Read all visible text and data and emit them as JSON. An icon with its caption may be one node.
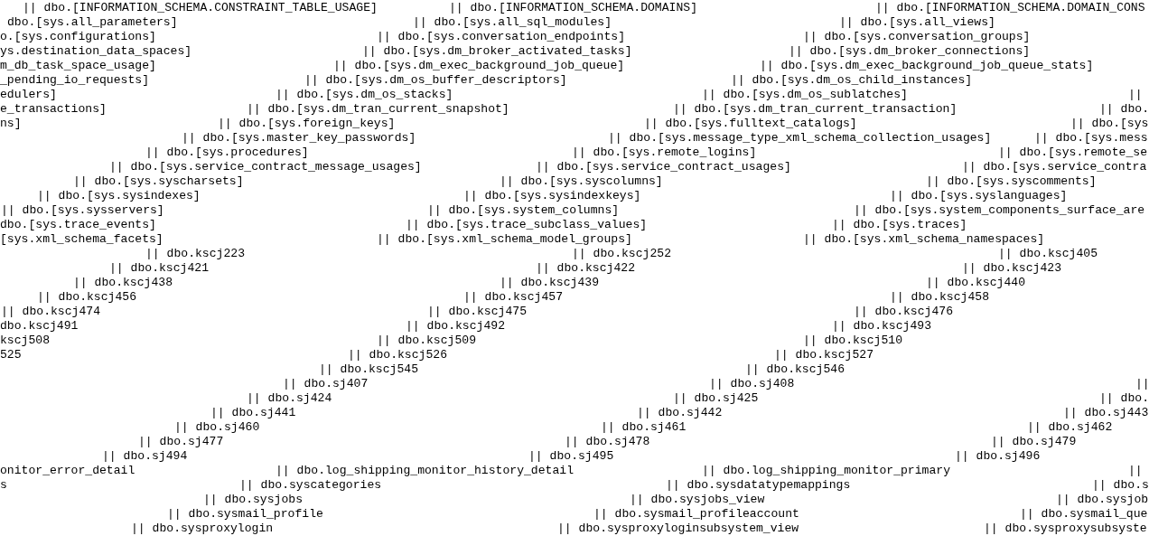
{
  "diagram": {
    "labels": [
      "|| dbo.[INFORMATION_SCHEMA.CONSTRAINT_TABLE_USAGE]",
      "|| dbo.[INFORMATION_SCHEMA.DOMAINS]",
      "|| dbo.[INFORMATION_SCHEMA.DOMAIN_CONS",
      "dbo.[sys.all_parameters]",
      "|| dbo.[sys.all_sql_modules]",
      "|| dbo.[sys.all_views]",
      "o.[sys.configurations]",
      "|| dbo.[sys.conversation_endpoints]",
      "|| dbo.[sys.conversation_groups]",
      "ys.destination_data_spaces]",
      "|| dbo.[sys.dm_broker_activated_tasks]",
      "|| dbo.[sys.dm_broker_connections]",
      "m_db_task_space_usage]",
      "|| dbo.[sys.dm_exec_background_job_queue]",
      "|| dbo.[sys.dm_exec_background_job_queue_stats]",
      "_pending_io_requests]",
      "|| dbo.[sys.dm_os_buffer_descriptors]",
      "|| dbo.[sys.dm_os_child_instances]",
      "edulers]",
      "|| dbo.[sys.dm_os_stacks]",
      "|| dbo.[sys.dm_os_sublatches]",
      "||",
      "e_transactions]",
      "|| dbo.[sys.dm_tran_current_snapshot]",
      "|| dbo.[sys.dm_tran_current_transaction]",
      "|| dbo.",
      "ns]",
      "|| dbo.[sys.foreign_keys]",
      "|| dbo.[sys.fulltext_catalogs]",
      "|| dbo.[sys",
      "|| dbo.[sys.master_key_passwords]",
      "|| dbo.[sys.message_type_xml_schema_collection_usages]",
      "|| dbo.[sys.mess",
      "|| dbo.[sys.procedures]",
      "|| dbo.[sys.remote_logins]",
      "|| dbo.[sys.remote_se",
      "|| dbo.[sys.service_contract_message_usages]",
      "|| dbo.[sys.service_contract_usages]",
      "|| dbo.[sys.service_contra",
      "|| dbo.[sys.syscharsets]",
      "|| dbo.[sys.syscolumns]",
      "|| dbo.[sys.syscomments]",
      "|| dbo.[sys.sysindexes]",
      "|| dbo.[sys.sysindexkeys]",
      "|| dbo.[sys.syslanguages]",
      "|| dbo.[sys.sysservers]",
      "|| dbo.[sys.system_columns]",
      "|| dbo.[sys.system_components_surface_are",
      "dbo.[sys.trace_events]",
      "|| dbo.[sys.trace_subclass_values]",
      "|| dbo.[sys.traces]",
      "[sys.xml_schema_facets]",
      "|| dbo.[sys.xml_schema_model_groups]",
      "|| dbo.[sys.xml_schema_namespaces]",
      "|| dbo.kscj223",
      "|| dbo.kscj252",
      "|| dbo.kscj405",
      "|| dbo.kscj421",
      "|| dbo.kscj422",
      "|| dbo.kscj423",
      "|| dbo.kscj438",
      "|| dbo.kscj439",
      "|| dbo.kscj440",
      "|| dbo.kscj456",
      "|| dbo.kscj457",
      "|| dbo.kscj458",
      "|| dbo.kscj474",
      "|| dbo.kscj475",
      "|| dbo.kscj476",
      "dbo.kscj491",
      "|| dbo.kscj492",
      "|| dbo.kscj493",
      "kscj508",
      "|| dbo.kscj509",
      "|| dbo.kscj510",
      "525",
      "|| dbo.kscj526",
      "|| dbo.kscj527",
      "|| dbo.kscj545",
      "|| dbo.kscj546",
      "|| dbo.sj407",
      "|| dbo.sj408",
      "||",
      "|| dbo.sj424",
      "|| dbo.sj425",
      "|| dbo.",
      "|| dbo.sj441",
      "|| dbo.sj442",
      "|| dbo.sj443",
      "|| dbo.sj460",
      "|| dbo.sj461",
      "|| dbo.sj462",
      "|| dbo.sj477",
      "|| dbo.sj478",
      "|| dbo.sj479",
      "|| dbo.sj494",
      "|| dbo.sj495",
      "|| dbo.sj496",
      "onitor_error_detail",
      "|| dbo.log_shipping_monitor_history_detail",
      "|| dbo.log_shipping_monitor_primary",
      "||",
      "s",
      "|| dbo.syscategories",
      "|| dbo.sysdatatypemappings",
      "|| dbo.s",
      "|| dbo.sysjobs",
      "|| dbo.sysjobs_view",
      "|| dbo.sysjob",
      "|| dbo.sysmail_profile",
      "|| dbo.sysmail_profileaccount",
      "|| dbo.sysmail_que",
      "|| dbo.sysproxylogin",
      "|| dbo.sysproxyloginsubsystem_view",
      "|| dbo.sysproxysubsyste"
    ]
  }
}
